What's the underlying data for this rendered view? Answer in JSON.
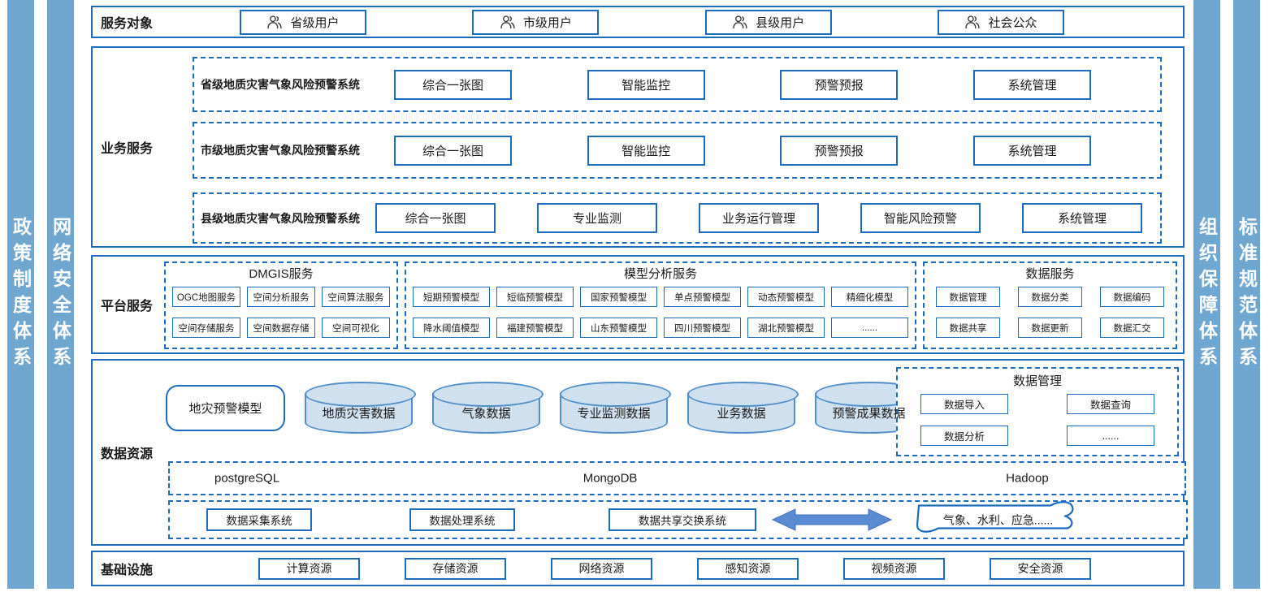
{
  "colors": {
    "accent_border": "#1b6cbe",
    "pillar_blue": "#6fa7d1",
    "cylinder_fill": "#cfe0ef",
    "cylinder_border": "#4f8fca",
    "arrow_blue": "#5c8bd6",
    "icon_gray": "#3c3c3c"
  },
  "pillars": {
    "left": [
      {
        "label": "政策制度体系"
      },
      {
        "label": "网络安全体系"
      }
    ],
    "right": [
      {
        "label": "组织保障体系"
      },
      {
        "label": "标准规范体系"
      }
    ]
  },
  "sections": {
    "service_targets": {
      "label": "服务对象",
      "items": [
        "省级用户",
        "市级用户",
        "县级用户",
        "社会公众"
      ]
    },
    "business_services": {
      "label": "业务服务",
      "systems": [
        {
          "name": "省级地质灾害气象风险预警系统",
          "modules": [
            "综合一张图",
            "智能监控",
            "预警预报",
            "系统管理"
          ]
        },
        {
          "name": "市级地质灾害气象风险预警系统",
          "modules": [
            "综合一张图",
            "智能监控",
            "预警预报",
            "系统管理"
          ]
        },
        {
          "name": "县级地质灾害气象风险预警系统",
          "modules": [
            "综合一张图",
            "专业监测",
            "业务运行管理",
            "智能风险预警",
            "系统管理"
          ]
        }
      ]
    },
    "platform_services": {
      "label": "平台服务",
      "groups": [
        {
          "title": "DMGIS服务",
          "items": [
            "OGC地图服务",
            "空间分析服务",
            "空间算法服务",
            "空间存储服务",
            "空间数据存储",
            "空间可视化"
          ]
        },
        {
          "title": "模型分析服务",
          "items": [
            "短期预警模型",
            "短临预警模型",
            "国家预警模型",
            "单点预警模型",
            "动态预警模型",
            "精细化模型",
            "降水阈值模型",
            "福建预警模型",
            "山东预警模型",
            "四川预警模型",
            "湖北预警模型",
            "......"
          ]
        },
        {
          "title": "数据服务",
          "items": [
            "数据管理",
            "数据分类",
            "数据编码",
            "数据共享",
            "数据更新",
            "数据汇交"
          ]
        }
      ]
    },
    "data_resources": {
      "label": "数据资源",
      "model_box": "地灾预警模型",
      "cylinders": [
        "地质灾害数据",
        "气象数据",
        "专业监测数据",
        "业务数据",
        "预警成果数据"
      ],
      "data_management": {
        "title": "数据管理",
        "items": [
          "数据导入",
          "数据查询",
          "数据分析",
          "......"
        ]
      },
      "databases": [
        "postgreSQL",
        "MongoDB",
        "Hadoop"
      ],
      "systems": [
        "数据采集系统",
        "数据处理系统",
        "数据共享交换系统"
      ],
      "external": "气象、水利、应急......"
    },
    "infrastructure": {
      "label": "基础设施",
      "items": [
        "计算资源",
        "存储资源",
        "网络资源",
        "感知资源",
        "视频资源",
        "安全资源"
      ]
    }
  }
}
